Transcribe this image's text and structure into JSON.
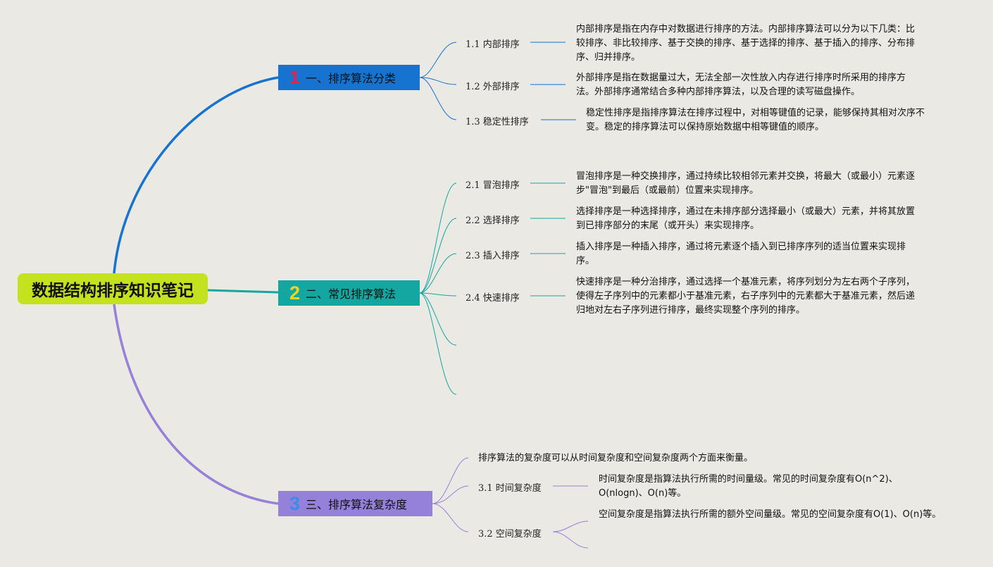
{
  "root": {
    "title": "数据结构排序知识笔记"
  },
  "branches": [
    {
      "num": "1",
      "label": "一、排序算法分类",
      "num_color": "#e8204a",
      "children": [
        {
          "label": "1.1 内部排序",
          "text": "内部排序是指在内存中对数据进行排序的方法。内部排序算法可以分为以下几类：比较排序、非比较排序、基于交换的排序、基于选择的排序、基于插入的排序、分布排序、归并排序。"
        },
        {
          "label": "1.2 外部排序",
          "text": "外部排序是指在数据量过大，无法全部一次性放入内存进行排序时所采用的排序方法。外部排序通常结合多种内部排序算法，以及合理的读写磁盘操作。"
        },
        {
          "label": "1.3 稳定性排序",
          "text": "稳定性排序是指排序算法在排序过程中，对相等键值的记录，能够保持其相对次序不变。稳定的排序算法可以保持原始数据中相等键值的顺序。"
        }
      ]
    },
    {
      "num": "2",
      "label": "二、常见排序算法",
      "num_color": "#f2d51f",
      "children": [
        {
          "label": "2.1 冒泡排序",
          "text": "冒泡排序是一种交换排序，通过持续比较相邻元素并交换，将最大（或最小）元素逐步\"冒泡\"到最后（或最前）位置来实现排序。"
        },
        {
          "label": "2.2 选择排序",
          "text": "选择排序是一种选择排序，通过在未排序部分选择最小（或最大）元素，并将其放置到已排序部分的末尾（或开头）来实现排序。"
        },
        {
          "label": "2.3 插入排序",
          "text": "插入排序是一种插入排序，通过将元素逐个插入到已排序序列的适当位置来实现排序。"
        },
        {
          "label": "2.4 快速排序",
          "text": "快速排序是一种分治排序，通过选择一个基准元素，将序列划分为左右两个子序列，使得左子序列中的元素都小于基准元素，右子序列中的元素都大于基准元素，然后递归地对左右子序列进行排序，最终实现整个序列的排序。"
        }
      ]
    },
    {
      "num": "3",
      "label": "三、排序算法复杂度",
      "num_color": "#3b8ee8",
      "intro": "排序算法的复杂度可以从时间复杂度和空间复杂度两个方面来衡量。",
      "children": [
        {
          "label": "3.1 时间复杂度",
          "text": "时间复杂度是指算法执行所需的时间量级。常见的时间复杂度有O(n^2)、O(nlogn)、O(n)等。"
        },
        {
          "label": "3.2 空间复杂度",
          "text": "空间复杂度是指算法执行所需的额外空间量级。常见的空间复杂度有O(1)、O(n)等。"
        }
      ]
    }
  ],
  "colors": {
    "branch1": "#1673d0",
    "branch2": "#14a6a0",
    "branch3": "#9580da",
    "root": "#c5e21f"
  }
}
